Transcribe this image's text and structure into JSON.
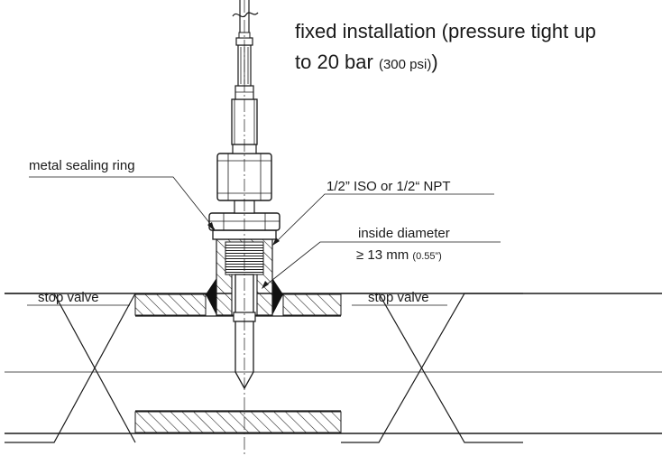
{
  "labels": {
    "title_main": "fixed installation (pressure tight up",
    "title_line2": "to 20 bar",
    "title_line2_unit": "(300 psi)",
    "title_close": ")",
    "metal_sealing_ring": "metal sealing ring",
    "thread_spec": "1/2” ISO or 1/2“ NPT",
    "inside_diameter": "inside diameter",
    "diameter_value": "≥ 13 mm",
    "diameter_value_imperial": "(0.55”)",
    "stop_valve_left": "stop valve",
    "stop_valve_right": "stop valve"
  }
}
